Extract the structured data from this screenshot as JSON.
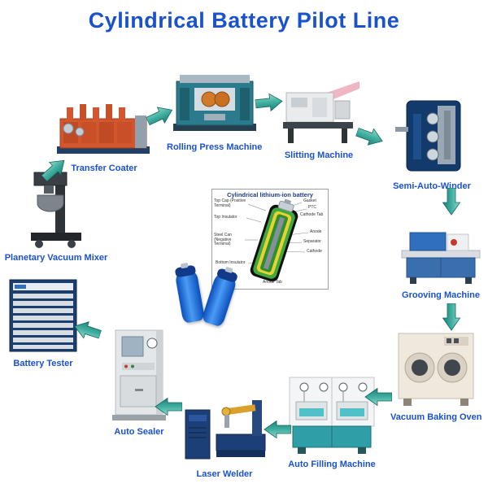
{
  "title": "Cylindrical Battery Pilot Line",
  "machines": [
    {
      "label": "Transfer Coater"
    },
    {
      "label": "Rolling Press Machine"
    },
    {
      "label": "Slitting Machine"
    },
    {
      "label": "Semi-Auto-Winder"
    },
    {
      "label": "Grooving Machine"
    },
    {
      "label": "Vacuum Baking Oven"
    },
    {
      "label": "Auto Filling Machine"
    },
    {
      "label": "Laser Welder"
    },
    {
      "label": "Auto Sealer"
    },
    {
      "label": "Battery Tester"
    },
    {
      "label": "Planetary Vacuum Mixer"
    }
  ],
  "center": {
    "diagram_title": "Cylindrical lithium-ion battery",
    "part_labels": [
      "Top Cap (Positive Terminal)",
      "Gasket",
      "PTC",
      "Cathode Tab",
      "Top Insulator",
      "Anode",
      "Separator",
      "Cathode",
      "Steel Can (Negative Terminal)",
      "Bottom Insulator",
      "Anode Tab"
    ]
  },
  "colors": {
    "title_blue": "#1a52cc",
    "arrow_teal": "#3fae9f"
  }
}
